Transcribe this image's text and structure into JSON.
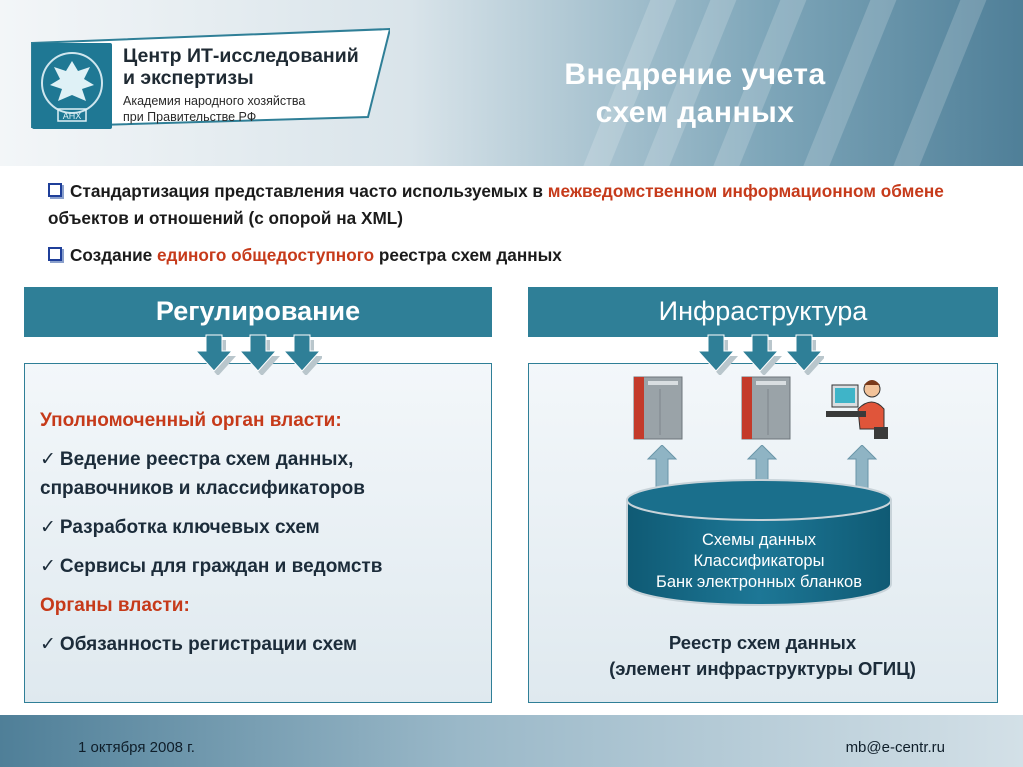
{
  "header": {
    "org_title_line1": "Центр ИТ-исследований",
    "org_title_line2": "и экспертизы",
    "org_sub_line1": "Академия народного хозяйства",
    "org_sub_line2": "при Правительстве РФ",
    "emblem_label": "АНХ",
    "slide_title_line1": "Внедрение учета",
    "slide_title_line2": "схем данных"
  },
  "bullets": {
    "b1_part1": "Стандартизация представления часто используемых в ",
    "b1_hl": "межведомственном информационном обмене",
    "b1_part2": " объектов и отношений (с опорой на XML)",
    "b2_part1": "Создание ",
    "b2_hl": "единого общедоступного",
    "b2_part2": " реестра схем данных"
  },
  "left_panel": {
    "title": "Регулирование",
    "heading1": "Уполномоченный орган власти:",
    "items1": [
      "Ведение реестра схем данных, справочников и классификаторов",
      "Разработка ключевых схем",
      "Сервисы для граждан и ведомств"
    ],
    "heading2": "Органы власти:",
    "items2": [
      "Обязанность регистрации схем"
    ]
  },
  "right_panel": {
    "title": "Инфраструктура",
    "db_lines": [
      "Схемы данных",
      "Классификаторы",
      "Банк электронных бланков"
    ],
    "registry_line1": "Реестр схем данных",
    "registry_line2": "(элемент инфраструктуры ОГИЦ)"
  },
  "footer": {
    "date": "1 октября 2008 г.",
    "email": "mb@e-centr.ru"
  },
  "colors": {
    "accent": "#2f7f97",
    "highlight": "#c63a1a",
    "text": "#1c2c3a"
  }
}
